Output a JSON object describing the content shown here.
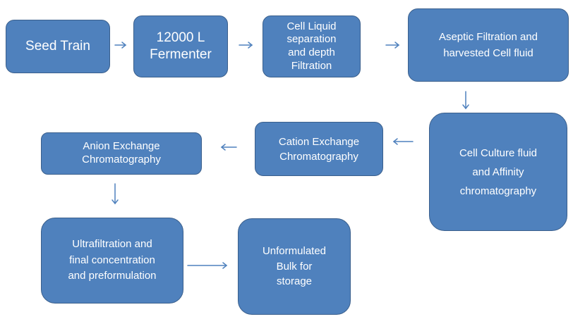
{
  "nodes": [
    {
      "id": "b1",
      "label": "Seed Train"
    },
    {
      "id": "b2",
      "label": "12000 L\nFermenter"
    },
    {
      "id": "b3",
      "label": "Cell Liquid\nseparation\nand depth\nFiltration"
    },
    {
      "id": "b4",
      "label": "Aseptic Filtration and\nharvested Cell fluid"
    },
    {
      "id": "b5",
      "label": "Cell Culture fluid\nand Affinity\nchromatography"
    },
    {
      "id": "b6",
      "label": "Cation Exchange\nChromatography"
    },
    {
      "id": "b7",
      "label": "Anion Exchange\nChromatography"
    },
    {
      "id": "b8",
      "label": "Ultrafiltration and\nfinal concentration\nand preformulation"
    },
    {
      "id": "b9",
      "label": "Unformulated\nBulk for\nstorage"
    }
  ],
  "edges": [
    {
      "from": "b1",
      "to": "b2"
    },
    {
      "from": "b2",
      "to": "b3"
    },
    {
      "from": "b3",
      "to": "b4"
    },
    {
      "from": "b4",
      "to": "b5"
    },
    {
      "from": "b5",
      "to": "b6"
    },
    {
      "from": "b6",
      "to": "b7"
    },
    {
      "from": "b7",
      "to": "b8"
    },
    {
      "from": "b8",
      "to": "b9"
    }
  ],
  "colors": {
    "box_fill": "#4f81bd",
    "box_border": "#3a5f8c",
    "text": "#ffffff",
    "arrow": "#4f81bd"
  }
}
